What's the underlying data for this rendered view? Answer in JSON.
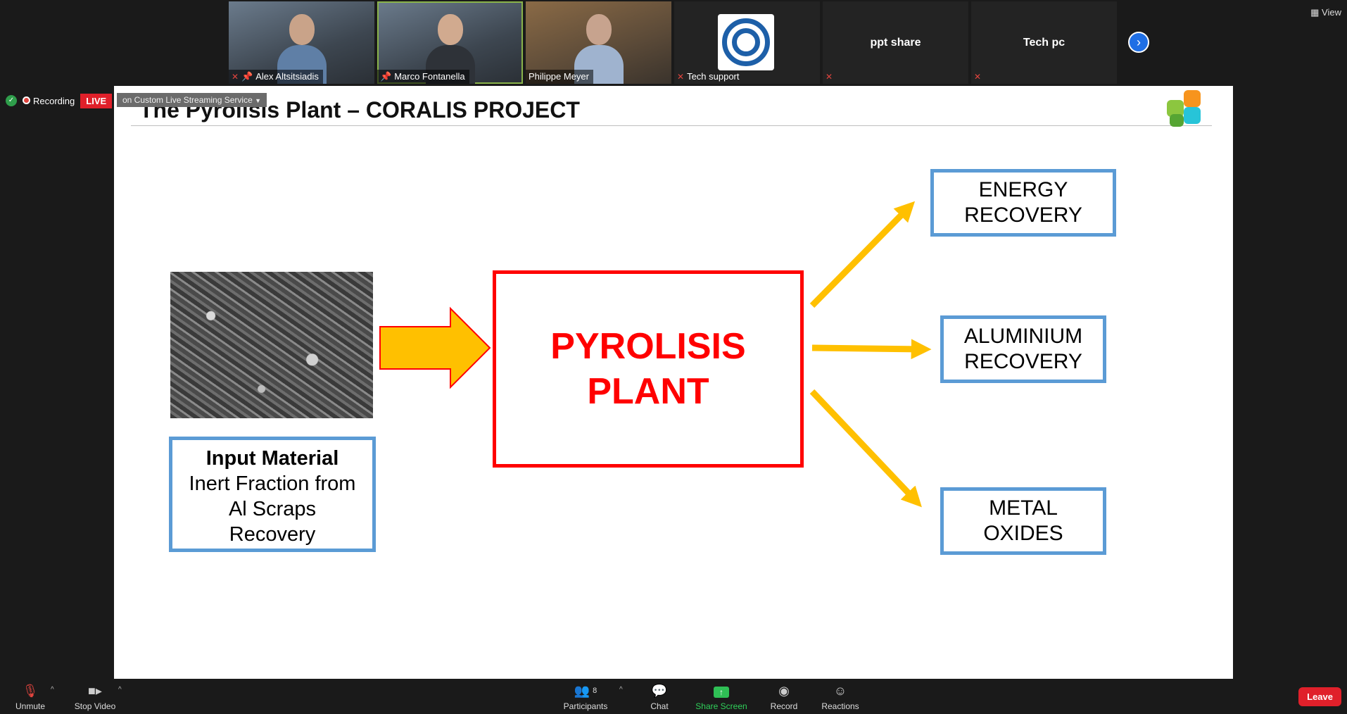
{
  "participants": [
    {
      "name": "Alex Altsitsiadis",
      "muted": true,
      "pinned": true
    },
    {
      "name": "Marco Fontanella",
      "muted": false,
      "pinned": true
    },
    {
      "name": "Philippe Meyer",
      "muted": false,
      "pinned": false
    },
    {
      "name": "Tech support",
      "muted": true,
      "pinned": false
    },
    {
      "name": "ppt share",
      "muted": true,
      "pinned": false
    },
    {
      "name": "Tech pc",
      "muted": true,
      "pinned": false
    }
  ],
  "top_bar": {
    "view_label": "View"
  },
  "status": {
    "recording_label": "Recording",
    "live_label": "LIVE",
    "stream_label": "on Custom Live Streaming Service"
  },
  "slide": {
    "title": "The Pyrolisis Plant – CORALIS PROJECT",
    "input_title": "Input Material",
    "input_lines": [
      "Inert Fraction from",
      "Al Scraps",
      "Recovery"
    ],
    "plant_lines": [
      "PYROLISIS",
      "PLANT"
    ],
    "outputs": [
      [
        "ENERGY",
        "RECOVERY"
      ],
      [
        "ALUMINIUM",
        "RECOVERY"
      ],
      [
        "METAL",
        "OXIDES"
      ]
    ]
  },
  "toolbar": {
    "unmute": "Unmute",
    "stop_video": "Stop Video",
    "participants": "Participants",
    "participants_count": "8",
    "chat": "Chat",
    "share_screen": "Share Screen",
    "record": "Record",
    "reactions": "Reactions",
    "leave": "Leave"
  },
  "colors": {
    "arrow": "#ffc000",
    "red": "#ff0000",
    "blue_border": "#5b9bd5",
    "live": "#e0202a",
    "share": "#2fbf55"
  }
}
